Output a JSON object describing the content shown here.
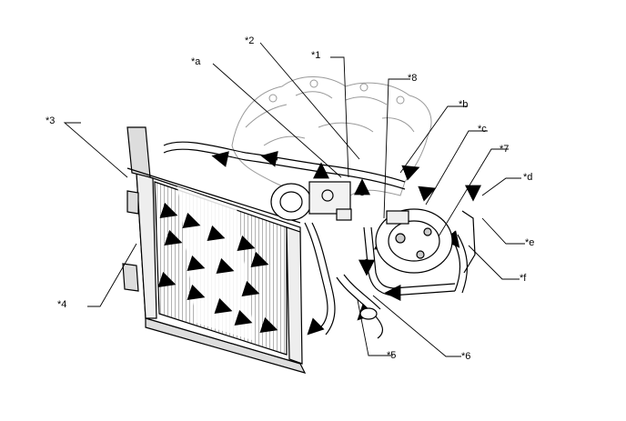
{
  "callouts": {
    "c1": "*1",
    "c2": "*2",
    "c3": "*3",
    "c4": "*4",
    "c5": "*5",
    "c6": "*6",
    "c7": "*7",
    "c8": "*8",
    "ca": "*a",
    "cb": "*b",
    "cc": "*c",
    "cd": "*d",
    "ce": "*e",
    "cf": "*f"
  },
  "colors": {
    "line": "#000000",
    "background": "#ffffff",
    "engine_outline": "#9a9a9a"
  }
}
